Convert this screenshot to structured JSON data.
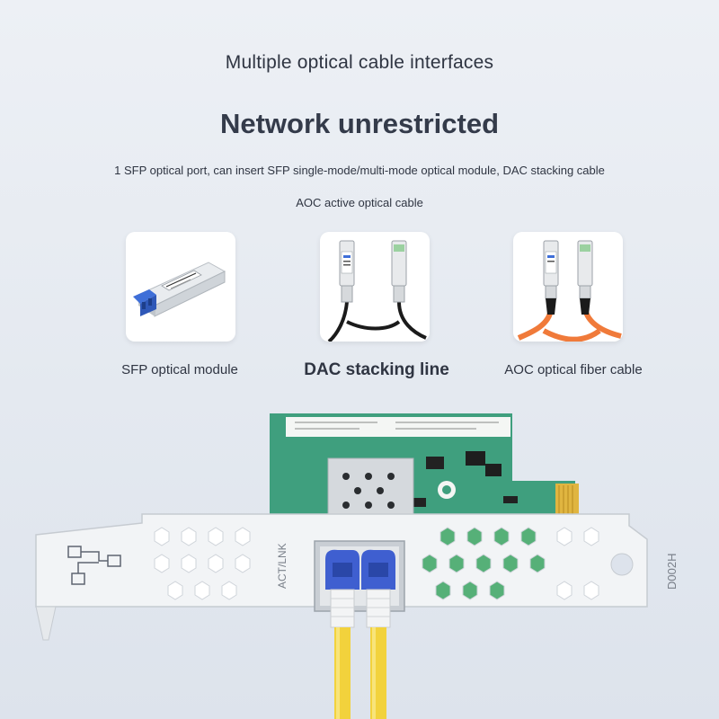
{
  "header": {
    "subtitle": "Multiple optical cable interfaces",
    "title": "Network unrestricted",
    "description_line1": "1 SFP optical port, can insert SFP single-mode/multi-mode optical module, DAC stacking cable",
    "description_line2": "AOC active optical cable"
  },
  "products": [
    {
      "label": "SFP optical module",
      "icon": "sfp-module-icon"
    },
    {
      "label": "DAC stacking line",
      "icon": "dac-cable-icon"
    },
    {
      "label": "AOC optical fiber cable",
      "icon": "aoc-cable-icon"
    }
  ],
  "nic": {
    "port_label": "ACT/LNK",
    "model_code": "D002H"
  },
  "colors": {
    "background": "#e8ecf2",
    "text": "#2f3542",
    "pcb": "#3f9f7e",
    "bracket": "#f2f4f6",
    "fiber": "#f2d23c",
    "connector": "#3f5fd0",
    "aoc_orange": "#f07a3a"
  }
}
